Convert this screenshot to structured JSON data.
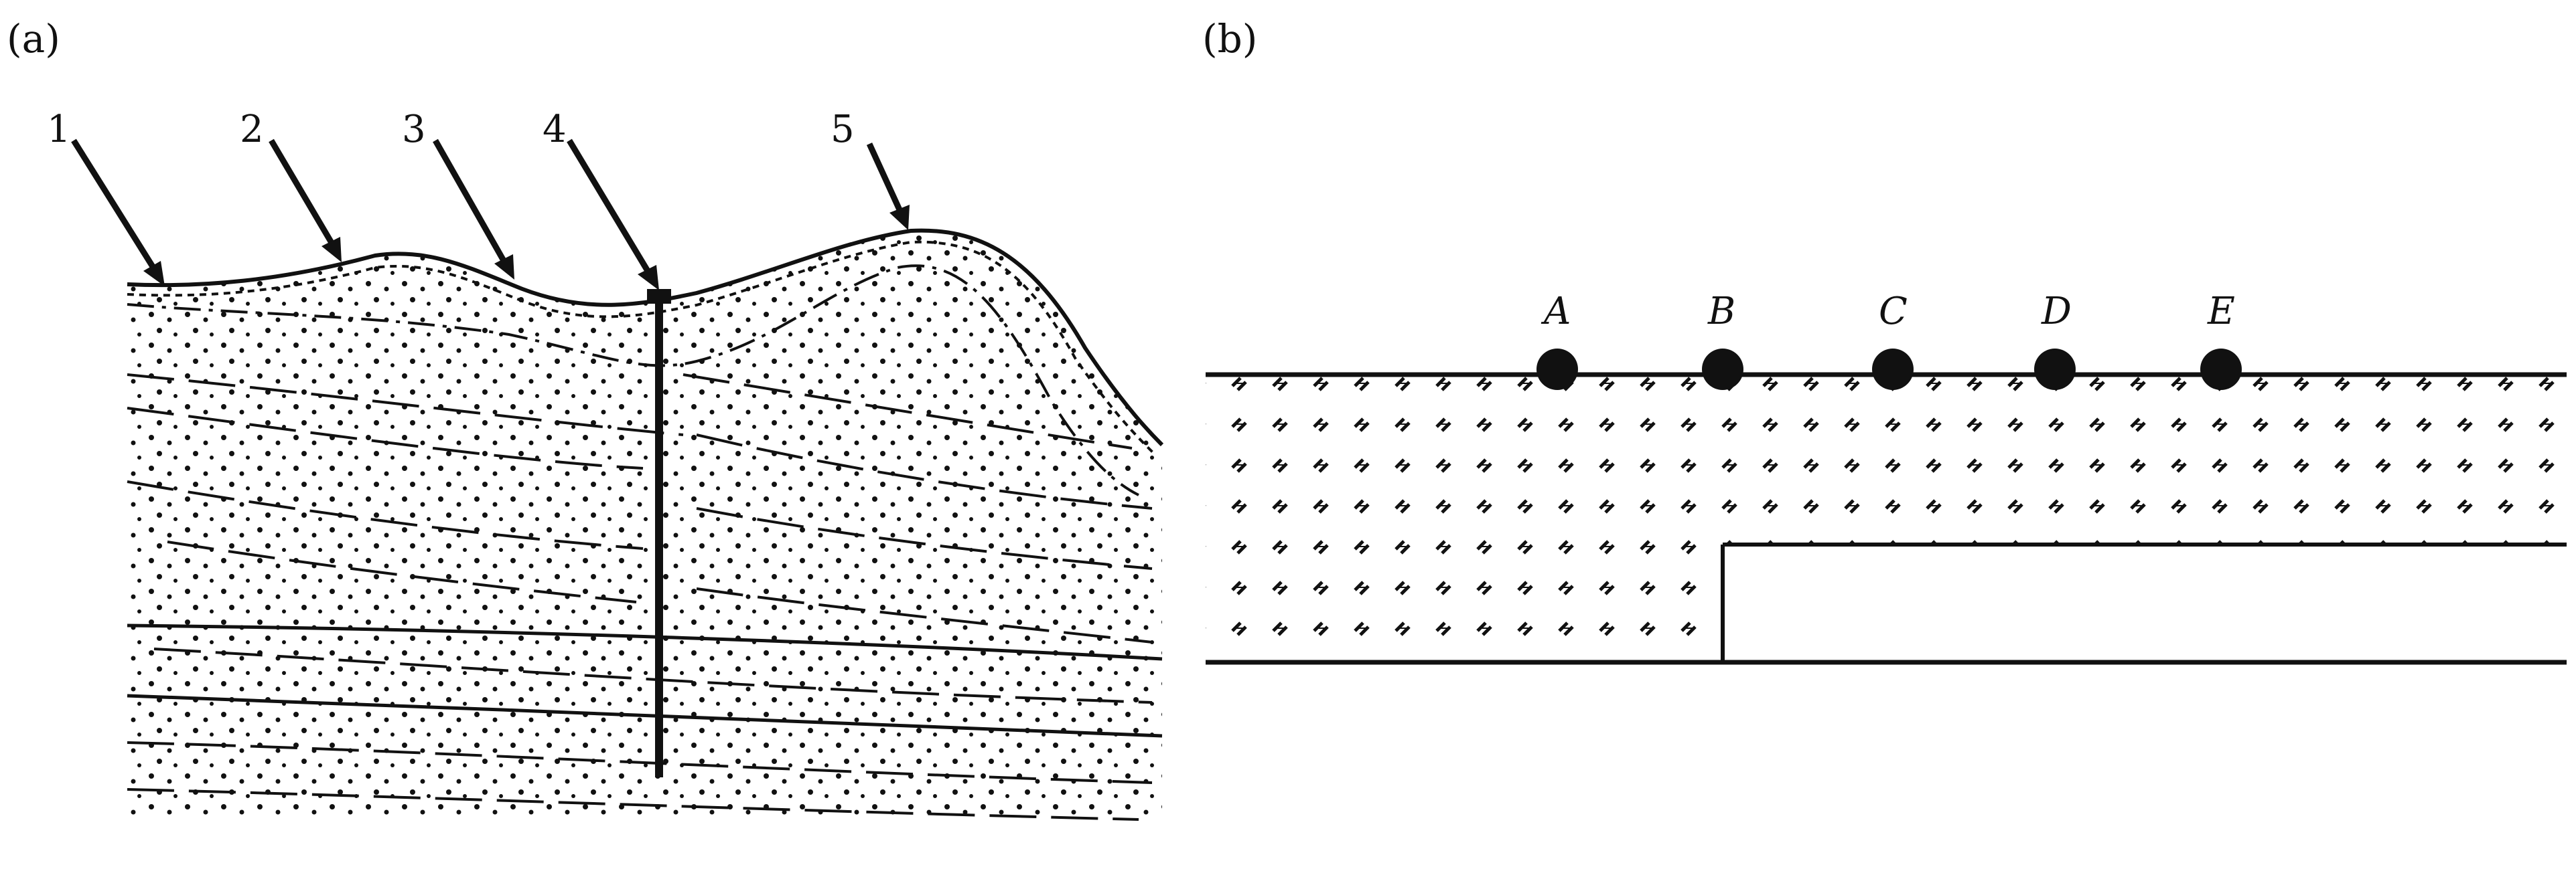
{
  "panel_a": {
    "label": "(a)",
    "markers": [
      "1",
      "2",
      "3",
      "4",
      "5"
    ]
  },
  "panel_b": {
    "label": "(b)",
    "points": [
      "A",
      "B",
      "C",
      "D",
      "E"
    ]
  }
}
